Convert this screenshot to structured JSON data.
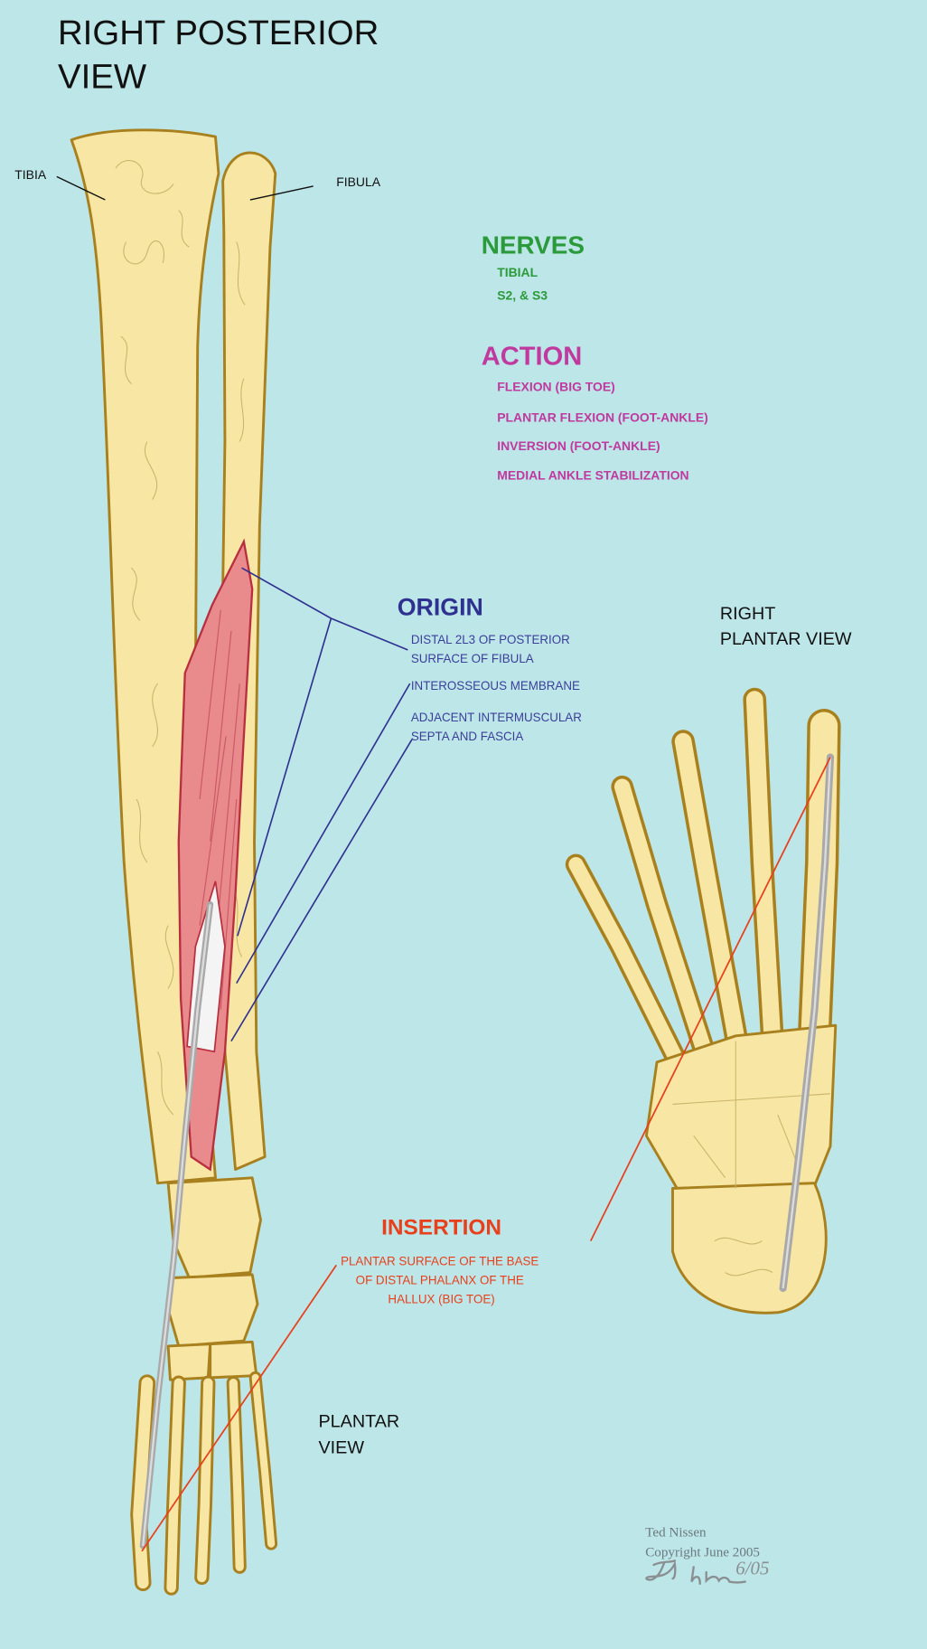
{
  "title": {
    "line1": "RIGHT POSTERIOR",
    "line2": "VIEW"
  },
  "labels": {
    "tibia": "TIBIA",
    "fibula": "FIBULA"
  },
  "nerves": {
    "heading": "NERVES",
    "items": [
      "TIBIAL",
      "S2, & S3"
    ]
  },
  "action": {
    "heading": "ACTION",
    "items": [
      "FLEXION (BIG TOE)",
      "PLANTAR FLEXION (FOOT-ANKLE)",
      "INVERSION (FOOT-ANKLE)",
      "MEDIAL ANKLE STABILIZATION"
    ]
  },
  "origin": {
    "heading": "ORIGIN",
    "items": [
      [
        "DISTAL 2L3 OF POSTERIOR",
        "SURFACE OF FIBULA"
      ],
      [
        "INTEROSSEOUS MEMBRANE"
      ],
      [
        "ADJACENT INTERMUSCULAR",
        "SEPTA AND FASCIA"
      ]
    ]
  },
  "right_plantar_view": {
    "line1": "RIGHT",
    "line2": "PLANTAR VIEW"
  },
  "insertion": {
    "heading": "INSERTION",
    "lines": [
      "PLANTAR SURFACE OF THE BASE",
      "OF DISTAL PHALANX OF THE",
      "HALLUX (BIG TOE)"
    ]
  },
  "plantar_view": {
    "line1": "PLANTAR",
    "line2": "VIEW"
  },
  "credit": {
    "author": "Ted Nissen",
    "copyright": "Copyright June 2005",
    "signature_date": "6/05",
    "signature": "Ted Nissen"
  },
  "colors": {
    "background": "#bde6e8",
    "nerves": "#2a9a3a",
    "action": "#c0399e",
    "origin": "#2e3190",
    "insertion": "#e8401c",
    "muscle": "#e98a8c",
    "bone": "#f7e6a4",
    "tendon": "#b4b4b4"
  }
}
